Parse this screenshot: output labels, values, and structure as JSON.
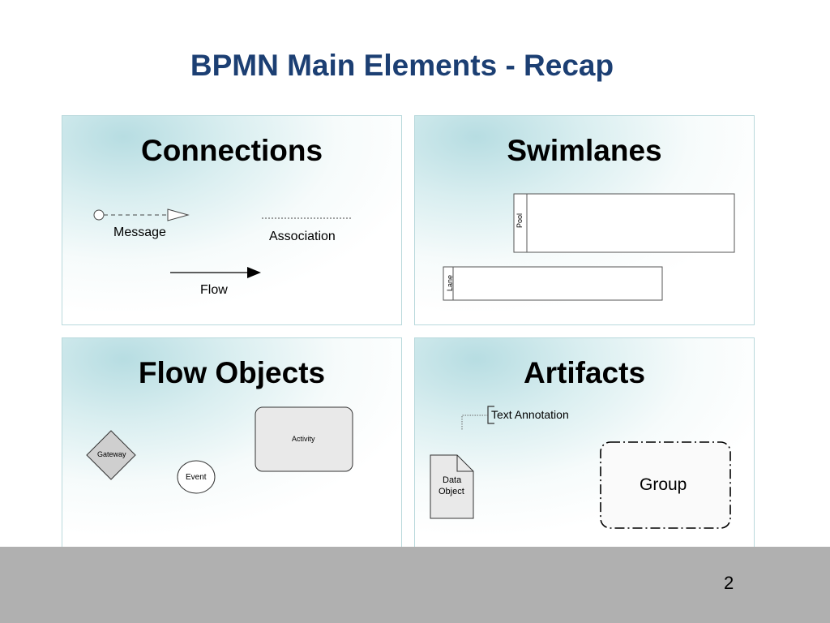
{
  "slide": {
    "title": "BPMN Main Elements - Recap",
    "page_number": "2"
  },
  "connections": {
    "title": "Connections",
    "message_label": "Message",
    "association_label": "Association",
    "flow_label": "Flow"
  },
  "swimlanes": {
    "title": "Swimlanes",
    "pool_label": "Pool",
    "lane_label": "Lane"
  },
  "flow_objects": {
    "title": "Flow Objects",
    "gateway_label": "Gateway",
    "event_label": "Event",
    "activity_label": "Activity"
  },
  "artifacts": {
    "title": "Artifacts",
    "text_annotation_label": "Text Annotation",
    "data_object_line1": "Data",
    "data_object_line2": "Object",
    "group_label": "Group"
  }
}
